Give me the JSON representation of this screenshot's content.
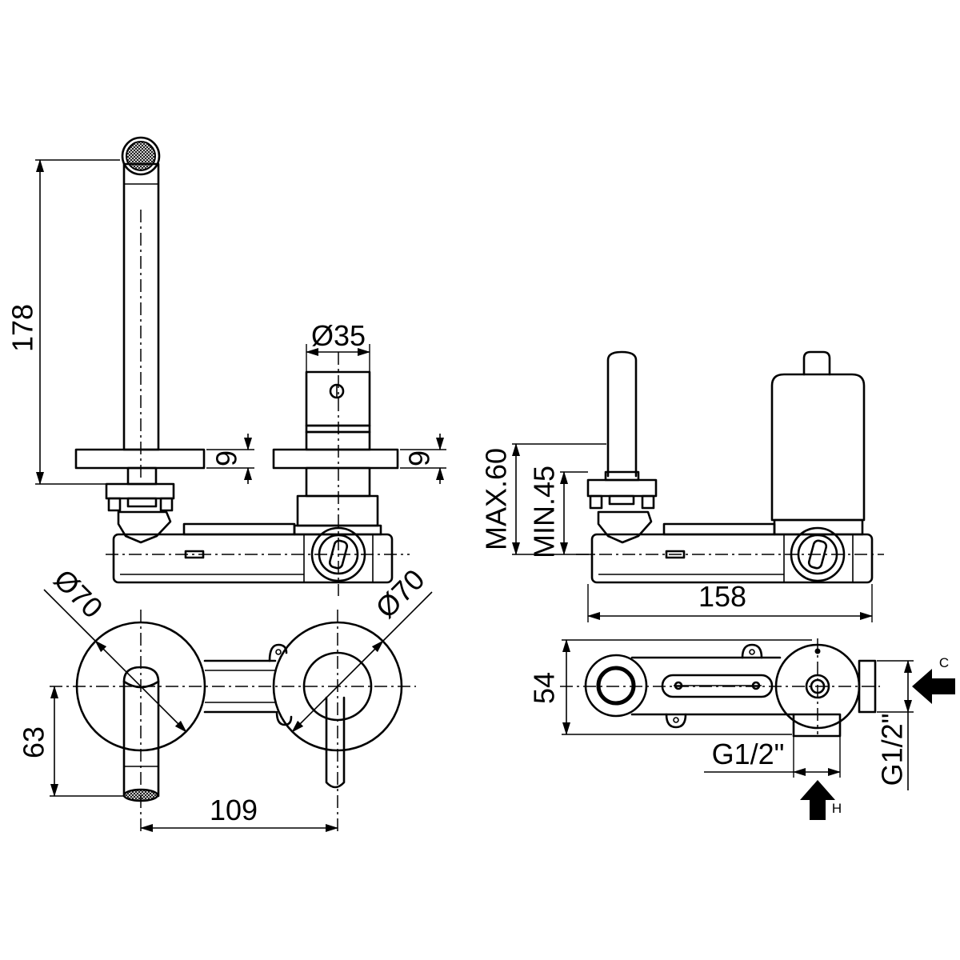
{
  "drawing": {
    "front_view": {
      "height_label": "178",
      "handle_diameter_label": "Ø35",
      "spout_plate_thickness_label": "9",
      "handle_plate_thickness_label": "9"
    },
    "side_view": {
      "max_depth_label": "MAX.60",
      "min_depth_label": "MIN.45",
      "length_label": "158"
    },
    "top_view": {
      "spout_plate_diameter_label": "Ø70",
      "handle_plate_diameter_label": "Ø70",
      "spout_projection_label": "63",
      "centre_distance_label": "109"
    },
    "plan_view": {
      "width_label": "54",
      "hot_inlet_thread_label": "G1/2\"",
      "cold_inlet_thread_label": "G1/2\"",
      "cold_marker": "C",
      "hot_marker": "H"
    }
  },
  "colors": {
    "line": "#000000",
    "background": "#ffffff"
  }
}
